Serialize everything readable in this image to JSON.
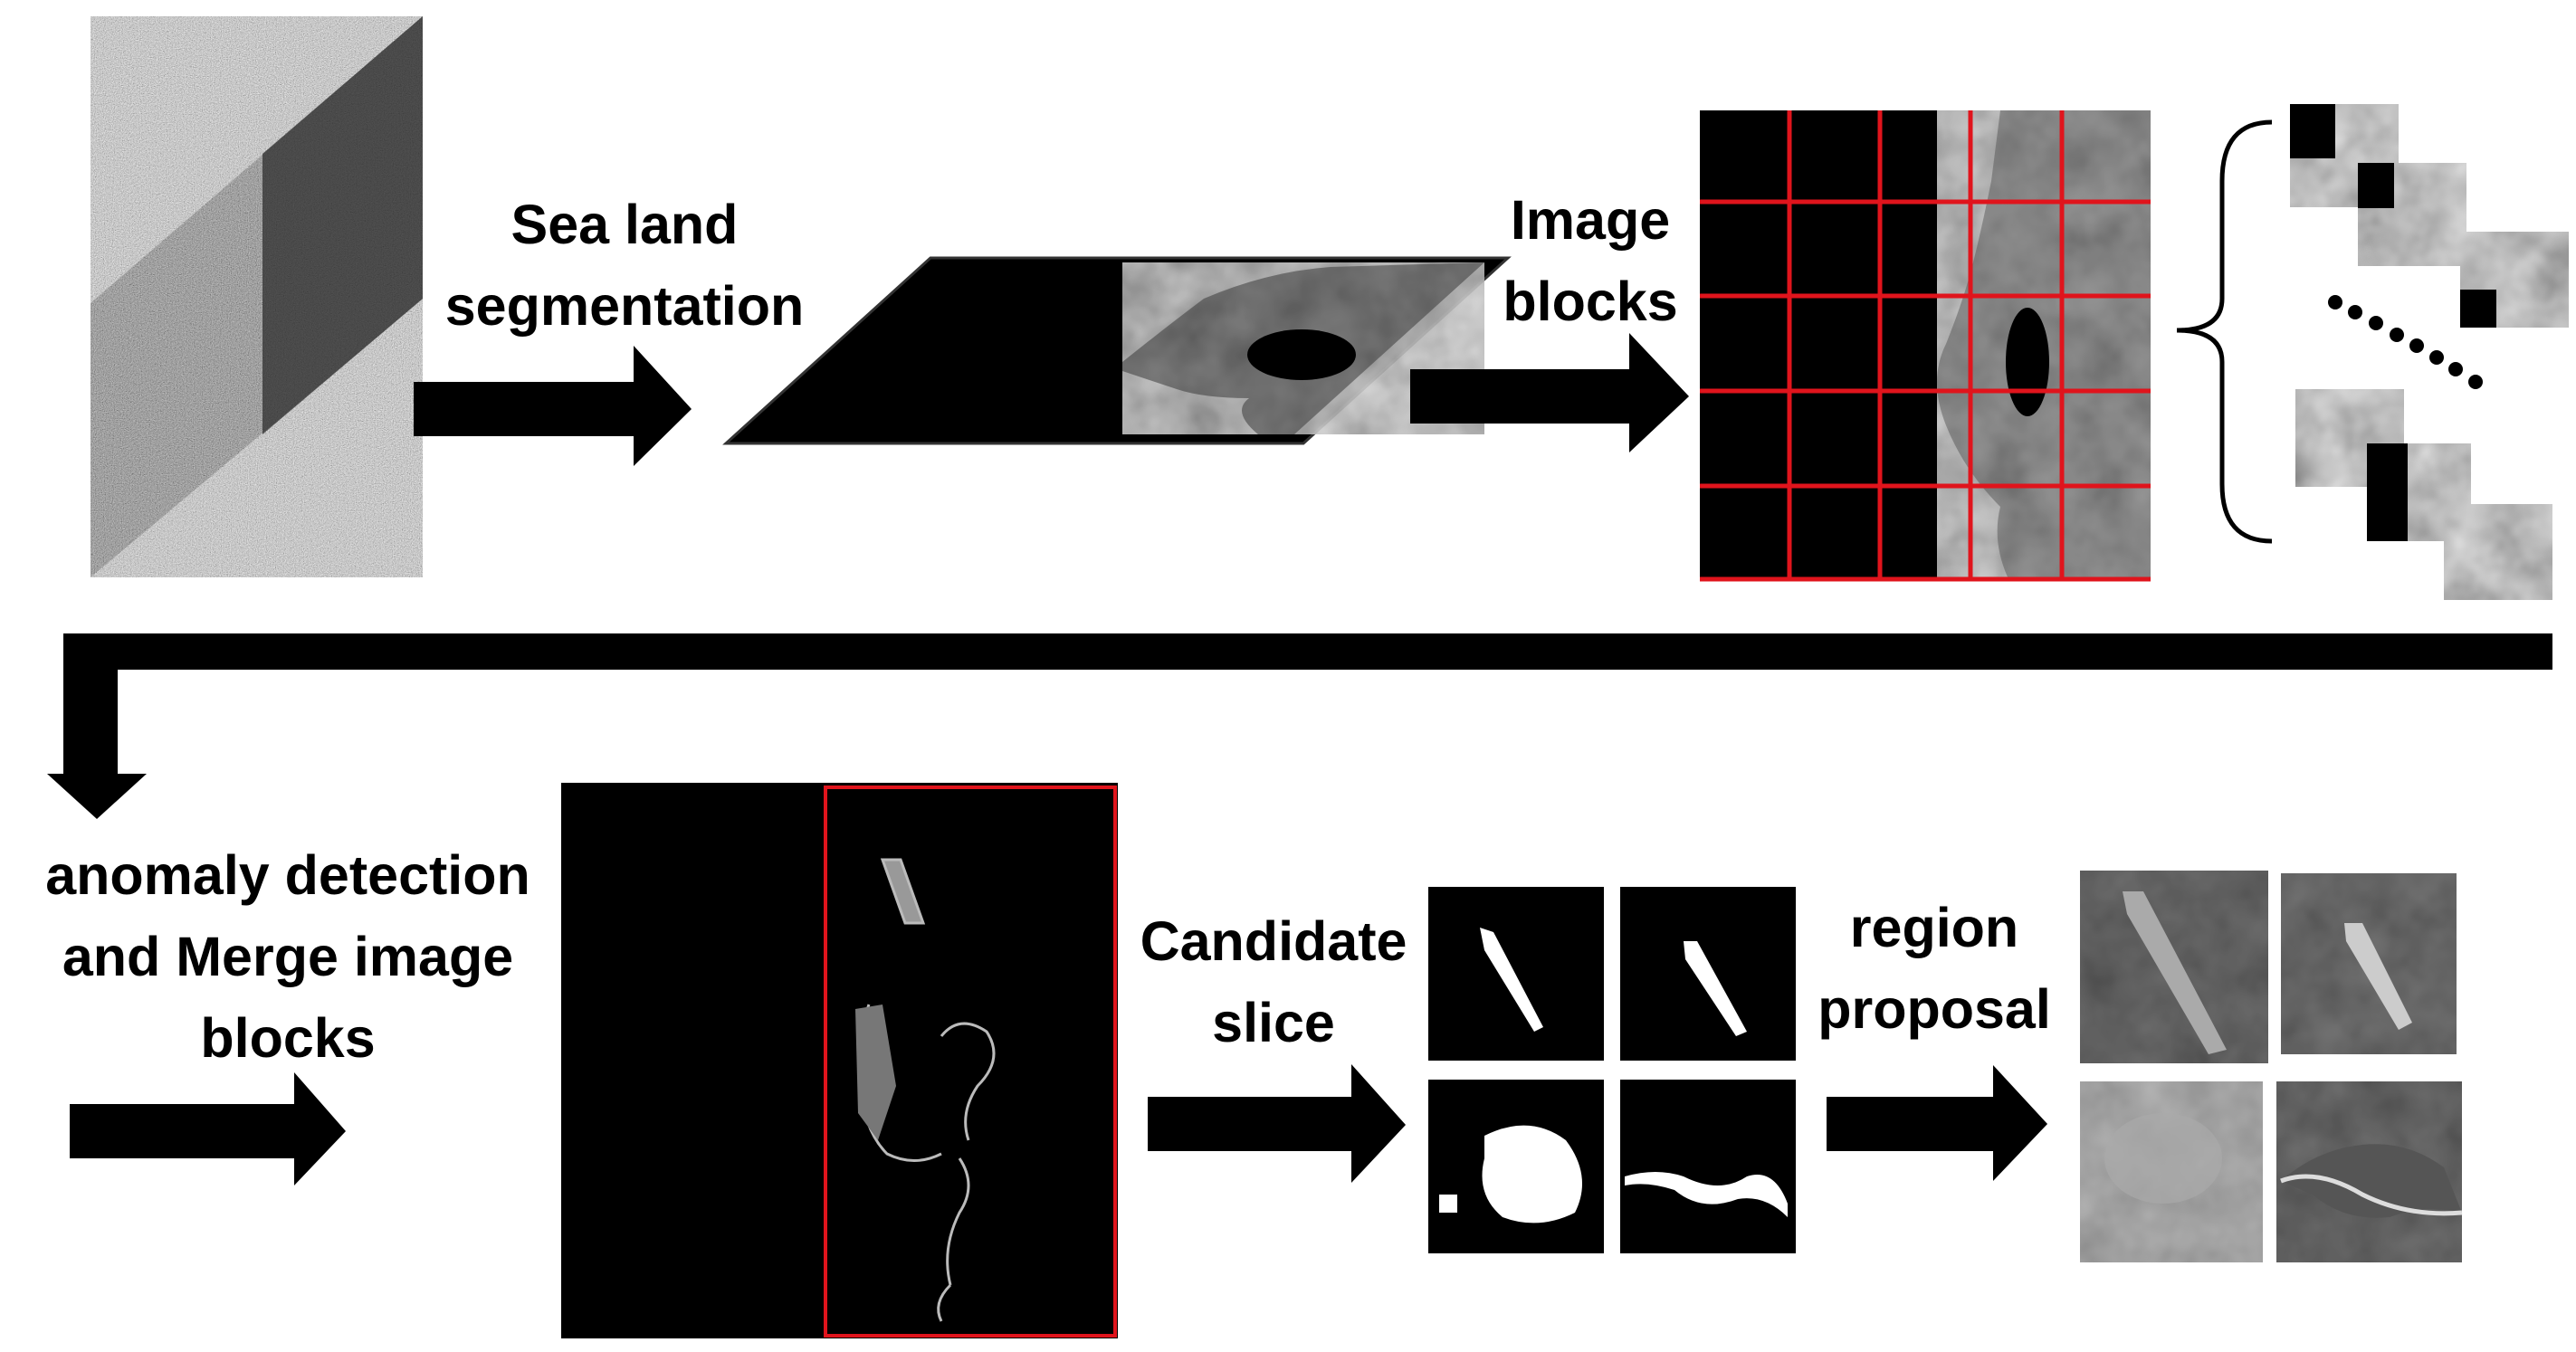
{
  "steps": {
    "sea_land": {
      "line1": "Sea land",
      "line2": "segmentation"
    },
    "image_blocks": {
      "line1": "Image",
      "line2": "blocks"
    },
    "anomaly": {
      "line1": "anomaly detection",
      "line2": "and Merge image",
      "line3": "blocks"
    },
    "candidate": {
      "line1": "Candidate",
      "line2": "slice"
    },
    "region": {
      "line1": "region",
      "line2": "proposal"
    }
  },
  "colors": {
    "arrow": "#000000",
    "grid": "#e0141c",
    "background": "#ffffff"
  },
  "grid": {
    "rows": 5,
    "cols": 5
  }
}
